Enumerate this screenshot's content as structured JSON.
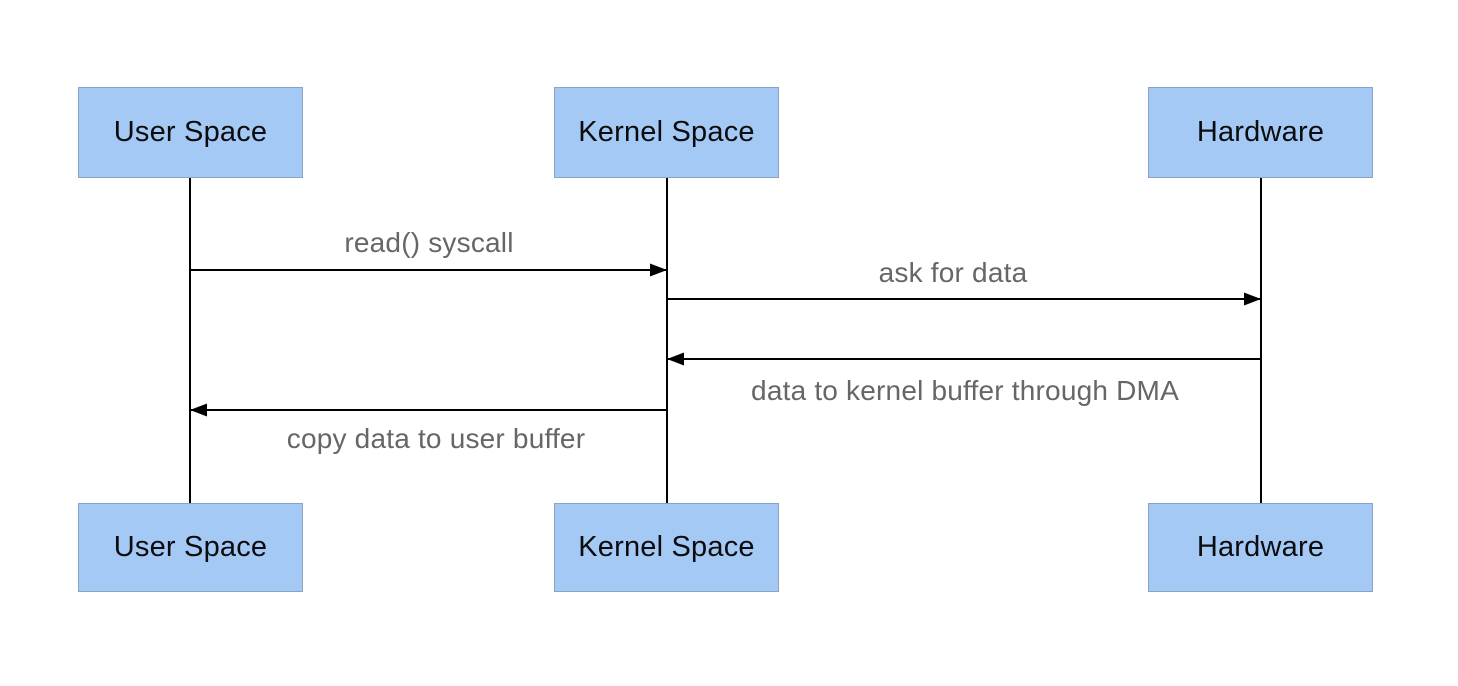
{
  "diagram": {
    "type": "sequence-diagram",
    "actors": [
      {
        "label": "User Space"
      },
      {
        "label": "Kernel Space"
      },
      {
        "label": "Hardware"
      }
    ],
    "messages": [
      {
        "label": "read() syscall",
        "from": "User Space",
        "to": "Kernel Space",
        "direction": "right",
        "label_position": "above"
      },
      {
        "label": "ask for data",
        "from": "Kernel Space",
        "to": "Hardware",
        "direction": "right",
        "label_position": "above"
      },
      {
        "label": "data to kernel buffer through DMA",
        "from": "Hardware",
        "to": "Kernel Space",
        "direction": "left",
        "label_position": "below"
      },
      {
        "label": "copy data to user buffer",
        "from": "Kernel Space",
        "to": "User Space",
        "direction": "left",
        "label_position": "below"
      }
    ],
    "colors": {
      "background": "#ffffff",
      "box_fill": "#a4c9f4",
      "box_border": "#8ba3c0",
      "box_text": "#0c0c0e",
      "line": "#000000",
      "message_text": "#666666"
    }
  }
}
